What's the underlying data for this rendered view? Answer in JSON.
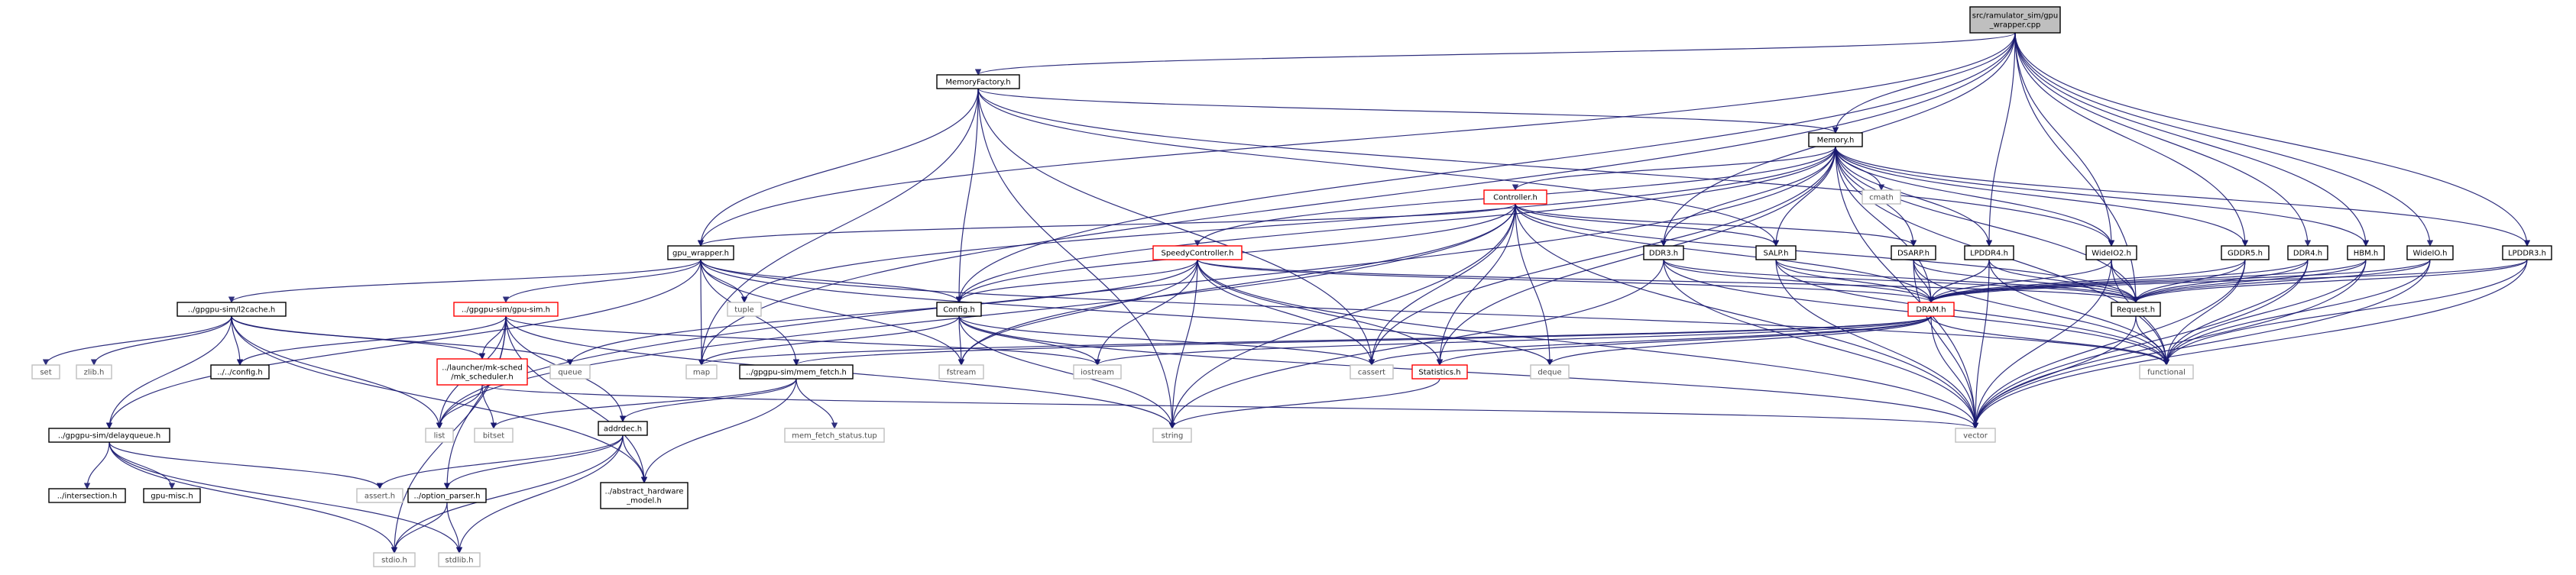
{
  "graph": {
    "title": "src/ramulator_sim/gpu_wrapper.cpp",
    "nodes": [
      {
        "id": "root",
        "lines": [
          "src/ramulator_sim/gpu",
          "_wrapper.cpp"
        ],
        "kind": "root"
      },
      {
        "id": "memfac",
        "lines": [
          "MemoryFactory.h"
        ],
        "kind": "normal"
      },
      {
        "id": "memory",
        "lines": [
          "Memory.h"
        ],
        "kind": "normal"
      },
      {
        "id": "controller",
        "lines": [
          "Controller.h"
        ],
        "kind": "red"
      },
      {
        "id": "speedy",
        "lines": [
          "SpeedyController.h"
        ],
        "kind": "red"
      },
      {
        "id": "gpuwrap",
        "lines": [
          "gpu_wrapper.h"
        ],
        "kind": "normal"
      },
      {
        "id": "config",
        "lines": [
          "Config.h"
        ],
        "kind": "normal"
      },
      {
        "id": "ddr3",
        "lines": [
          "DDR3.h"
        ],
        "kind": "normal"
      },
      {
        "id": "salp",
        "lines": [
          "SALP.h"
        ],
        "kind": "normal"
      },
      {
        "id": "dsarp",
        "lines": [
          "DSARP.h"
        ],
        "kind": "normal"
      },
      {
        "id": "lpddr4",
        "lines": [
          "LPDDR4.h"
        ],
        "kind": "normal"
      },
      {
        "id": "wideio2",
        "lines": [
          "WideIO2.h"
        ],
        "kind": "normal"
      },
      {
        "id": "gddr5",
        "lines": [
          "GDDR5.h"
        ],
        "kind": "normal"
      },
      {
        "id": "ddr4",
        "lines": [
          "DDR4.h"
        ],
        "kind": "normal"
      },
      {
        "id": "hbm",
        "lines": [
          "HBM.h"
        ],
        "kind": "normal"
      },
      {
        "id": "wideio",
        "lines": [
          "WideIO.h"
        ],
        "kind": "normal"
      },
      {
        "id": "lpddr3",
        "lines": [
          "LPDDR3.h"
        ],
        "kind": "normal"
      },
      {
        "id": "dram",
        "lines": [
          "DRAM.h"
        ],
        "kind": "red"
      },
      {
        "id": "request",
        "lines": [
          "Request.h"
        ],
        "kind": "normal"
      },
      {
        "id": "l2cache",
        "lines": [
          "../gpgpu-sim/l2cache.h"
        ],
        "kind": "normal"
      },
      {
        "id": "gpusim",
        "lines": [
          "../gpgpu-sim/gpu-sim.h"
        ],
        "kind": "red"
      },
      {
        "id": "cfg",
        "lines": [
          "../../config.h"
        ],
        "kind": "normal"
      },
      {
        "id": "sched",
        "lines": [
          "../launcher/mk-sched",
          "/mk_scheduler.h"
        ],
        "kind": "red"
      },
      {
        "id": "memfetch",
        "lines": [
          "../gpgpu-sim/mem_fetch.h"
        ],
        "kind": "normal"
      },
      {
        "id": "statistics",
        "lines": [
          "Statistics.h"
        ],
        "kind": "red"
      },
      {
        "id": "addrdec",
        "lines": [
          "addrdec.h"
        ],
        "kind": "normal"
      },
      {
        "id": "optparser",
        "lines": [
          "../option_parser.h"
        ],
        "kind": "normal"
      },
      {
        "id": "abshw",
        "lines": [
          "../abstract_hardware",
          "_model.h"
        ],
        "kind": "normal"
      },
      {
        "id": "delayqueue",
        "lines": [
          "../gpgpu-sim/delayqueue.h"
        ],
        "kind": "normal"
      },
      {
        "id": "intersection",
        "lines": [
          "../intersection.h"
        ],
        "kind": "normal"
      },
      {
        "id": "gpumisc",
        "lines": [
          "gpu-misc.h"
        ],
        "kind": "normal"
      },
      {
        "id": "s_map",
        "lines": [
          "map"
        ],
        "kind": "sys"
      },
      {
        "id": "s_tuple",
        "lines": [
          "tuple"
        ],
        "kind": "sys"
      },
      {
        "id": "s_cmath",
        "lines": [
          "cmath"
        ],
        "kind": "sys"
      },
      {
        "id": "s_queue",
        "lines": [
          "queue"
        ],
        "kind": "sys"
      },
      {
        "id": "s_fstream",
        "lines": [
          "fstream"
        ],
        "kind": "sys"
      },
      {
        "id": "s_iostream",
        "lines": [
          "iostream"
        ],
        "kind": "sys"
      },
      {
        "id": "s_cassert",
        "lines": [
          "cassert"
        ],
        "kind": "sys"
      },
      {
        "id": "s_deque",
        "lines": [
          "deque"
        ],
        "kind": "sys"
      },
      {
        "id": "s_functional",
        "lines": [
          "functional"
        ],
        "kind": "sys"
      },
      {
        "id": "s_vector",
        "lines": [
          "vector"
        ],
        "kind": "sys"
      },
      {
        "id": "s_string",
        "lines": [
          "string"
        ],
        "kind": "sys"
      },
      {
        "id": "s_set",
        "lines": [
          "set"
        ],
        "kind": "sys"
      },
      {
        "id": "s_zlib",
        "lines": [
          "zlib.h"
        ],
        "kind": "sys"
      },
      {
        "id": "s_list",
        "lines": [
          "list"
        ],
        "kind": "sys"
      },
      {
        "id": "s_bitset",
        "lines": [
          "bitset"
        ],
        "kind": "sys"
      },
      {
        "id": "s_memfetchstatus",
        "lines": [
          "mem_fetch_status.tup"
        ],
        "kind": "sys"
      },
      {
        "id": "s_asserth",
        "lines": [
          "assert.h"
        ],
        "kind": "sys"
      },
      {
        "id": "s_stdio",
        "lines": [
          "stdio.h"
        ],
        "kind": "sys"
      },
      {
        "id": "s_stdlib",
        "lines": [
          "stdlib.h"
        ],
        "kind": "sys"
      }
    ]
  }
}
